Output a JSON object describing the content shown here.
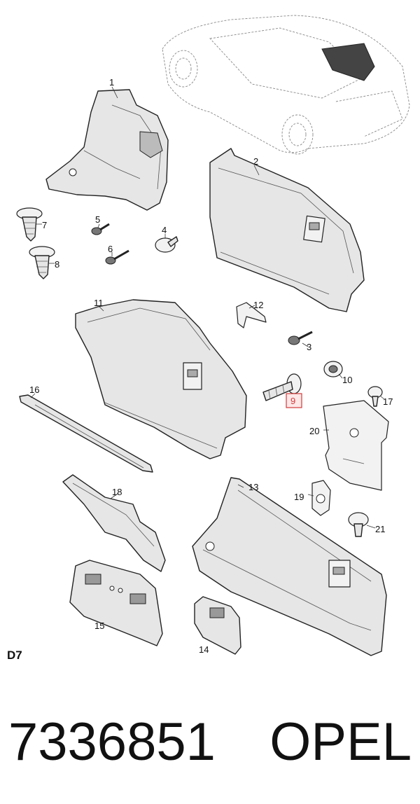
{
  "diagram": {
    "highlighted_callout": "9",
    "callouts": [
      "1",
      "2",
      "3",
      "4",
      "5",
      "6",
      "7",
      "8",
      "9",
      "10",
      "11",
      "12",
      "13",
      "14",
      "15",
      "16",
      "17",
      "18",
      "19",
      "20",
      "21"
    ],
    "reference_label": "D7"
  },
  "footer": {
    "part_number": "7336851",
    "brand": "OPEL"
  },
  "colors": {
    "highlight_fill": "#fde7e7",
    "highlight_border": "#d23b3b"
  }
}
